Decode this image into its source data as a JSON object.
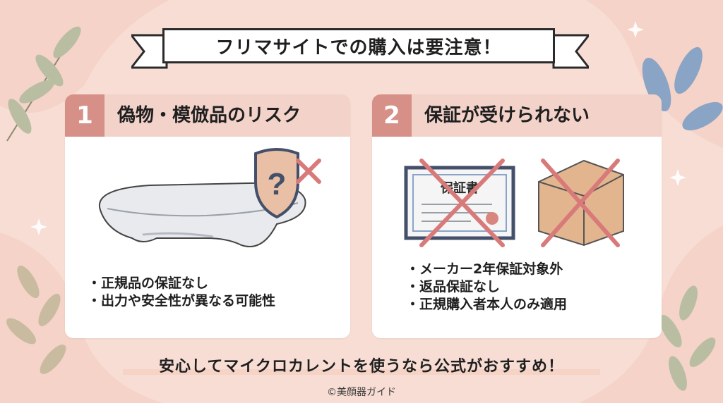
{
  "title": "フリマサイトでの購入は要注意！",
  "cards": [
    {
      "number": "1",
      "heading": "偽物・模倣品のリスク",
      "bullets": [
        "正規品の保証なし",
        "出力や安全性が異なる可能性"
      ]
    },
    {
      "number": "2",
      "heading": "保証が受けられない",
      "certificate_text": "保証書",
      "bullets": [
        "メーカー2年保証対象外",
        "返品保証なし",
        "正規購入者本人のみ適用"
      ]
    }
  ],
  "bottom_message": "安心してマイクロカレントを使うなら公式がおすすめ！",
  "credit": "©美顔器ガイド",
  "icons": [
    "device-image",
    "shield-question-icon",
    "x-mark-icon",
    "certificate-icon",
    "box-icon"
  ],
  "colors": {
    "background": "#f7ddd3",
    "header": "#f2d2c9",
    "number_badge": "#d69088",
    "cross": "#d97a7a",
    "leaf_blue": "#8aa4c6",
    "leaf_green": "#9aa488"
  }
}
